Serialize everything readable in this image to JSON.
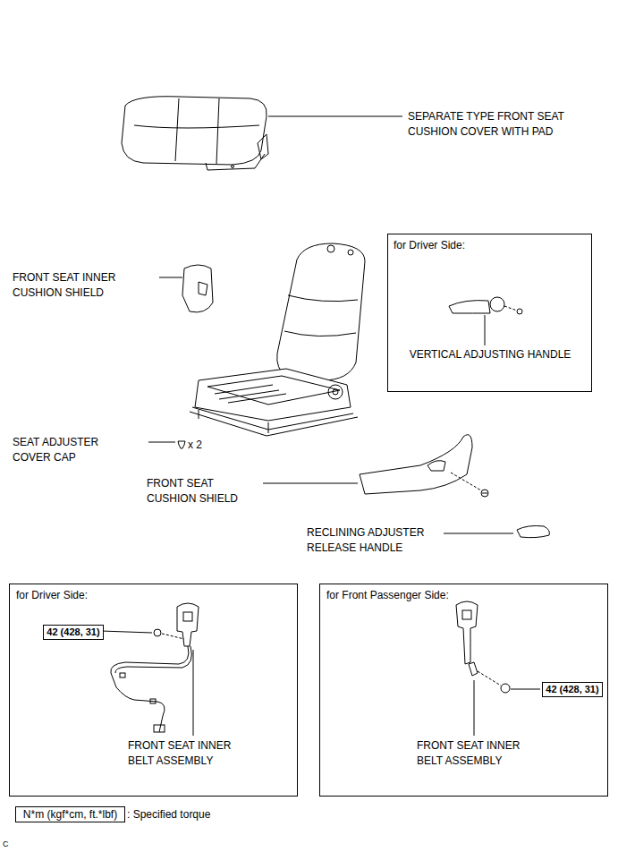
{
  "diagram": {
    "nodes": [
      {
        "text": [
          "for Driver Side:",
          "VERTICAL ADJUSTING HANDLE"
        ]
      },
      {
        "text": [
          "for Driver Side:",
          "FRONT SEAT INNER BELT ASSEMBLY"
        ]
      },
      {
        "text": [
          "42 (428, 31)"
        ],
        "in": 1
      },
      {
        "text": [
          "for Front Passenger Side:",
          "FRONT SEAT INNER BELT ASSEMBLY"
        ]
      },
      {
        "text": [
          "42 (428, 31)"
        ],
        "in": 3
      },
      {
        "text": [
          "N*m (kgf*cm, ft.*lbf)"
        ]
      }
    ],
    "edges": [],
    "labels": [
      "SEPARATE TYPE FRONT SEAT CUSHION COVER WITH PAD",
      "FRONT SEAT INNER CUSHION SHIELD",
      "SEAT ADJUSTER COVER CAP",
      "x 2",
      "FRONT SEAT CUSHION SHIELD",
      "RECLINING ADJUSTER RELEASE HANDLE",
      ": Specified torque",
      "C"
    ]
  }
}
